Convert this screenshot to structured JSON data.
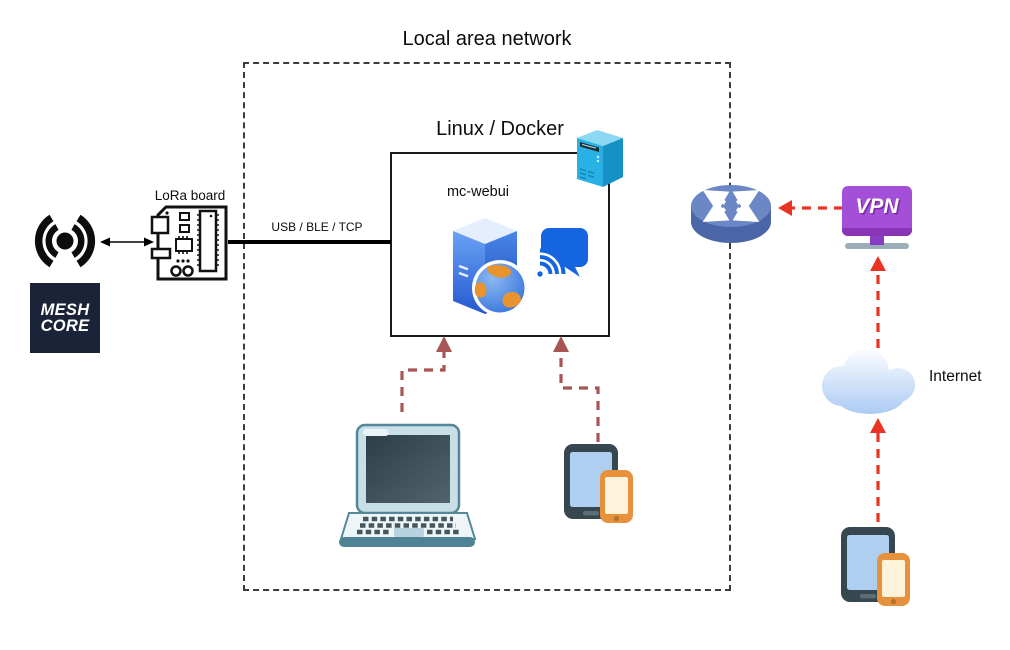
{
  "diagram": {
    "title": "Local area network",
    "left": {
      "lora_board_label": "LoRa board",
      "meshcore_logo": {
        "line1": "MESH",
        "line2": "CORE"
      }
    },
    "link": {
      "label": "USB / BLE / TCP"
    },
    "host": {
      "label": "Linux / Docker",
      "app_label": "mc-webui"
    },
    "wan": {
      "vpn_label": "VPN",
      "internet_label": "Internet"
    },
    "icons": {
      "radio_signal": "((•)) radio waves",
      "lora_board": "microcontroller board",
      "meshcore_logo": "MESHCORE dark square logo",
      "server_tower": "host tower server",
      "web_server": "3D server with globe",
      "cast_bubble": "chat bubble with wifi arcs",
      "laptop": "laptop computer",
      "tablet_phone_lan": "tablet with phone",
      "router": "router cylinder with arrows",
      "vpn_monitor": "purple VPN screen",
      "internet_cloud": "blue cloud",
      "tablet_phone_wan": "tablet with phone"
    },
    "colors": {
      "lan_arrow": "#a85555",
      "wan_arrow": "#e93323",
      "router_top": "#6b87c6",
      "router_body": "#4a66a6",
      "vpn_purple": "#a44fd8",
      "bubble_blue": "#1565e0",
      "meshcore_bg": "#1b2338",
      "tablet_frame": "#37474f",
      "phone_orange": "#e8913c",
      "laptop_teal": "#4e8294",
      "server_cyan": "#29b1e6"
    }
  }
}
